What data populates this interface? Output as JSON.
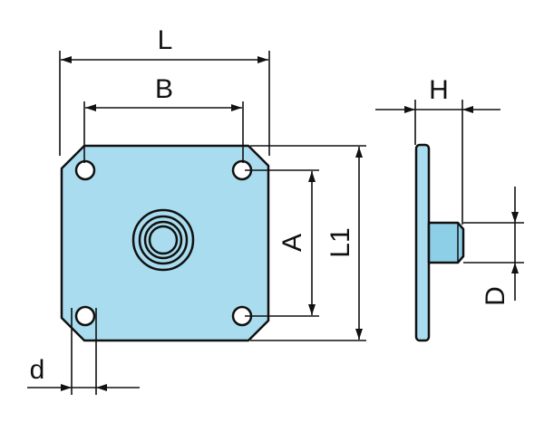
{
  "labels": {
    "L": "L",
    "B": "B",
    "A": "A",
    "L1": "L1",
    "H": "H",
    "D": "D",
    "d": "d"
  },
  "colors": {
    "part_fill": "#a8dcee",
    "shaft_fill": "#8ccfe6",
    "outline": "#111111",
    "hole_fill": "#ffffff"
  }
}
